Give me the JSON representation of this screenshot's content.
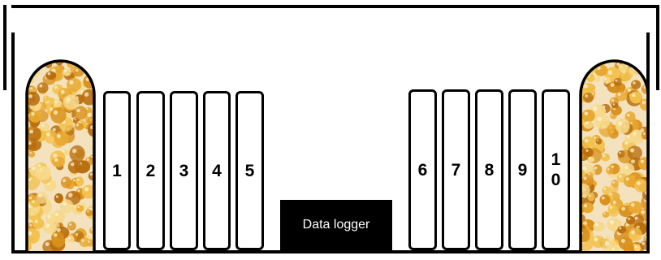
{
  "slots_left": [
    "1",
    "2",
    "3",
    "4",
    "5"
  ],
  "slots_right": [
    "6",
    "7",
    "8",
    "9",
    "10"
  ],
  "logger_label": "Data logger",
  "colors": {
    "outline": "#000000",
    "gel_base": "#d9901c",
    "gel_light": "#f2c14e",
    "gel_dark": "#b86d0c"
  },
  "icons": {
    "left_jar": "silica-gel-beads-icon",
    "right_jar": "silica-gel-beads-icon"
  }
}
